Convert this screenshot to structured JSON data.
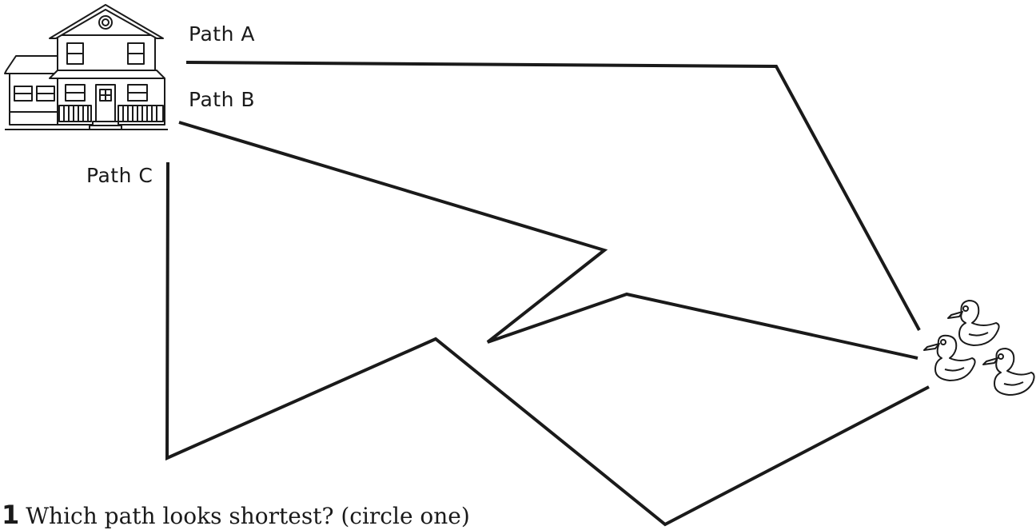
{
  "paths": [
    {
      "id": "A",
      "label": "Path A"
    },
    {
      "id": "B",
      "label": "Path B"
    },
    {
      "id": "C",
      "label": "Path C"
    }
  ],
  "question": {
    "number": "1",
    "text": "Which path looks shortest? (circle one)"
  },
  "icons": [
    "house-icon",
    "duck-icon"
  ]
}
